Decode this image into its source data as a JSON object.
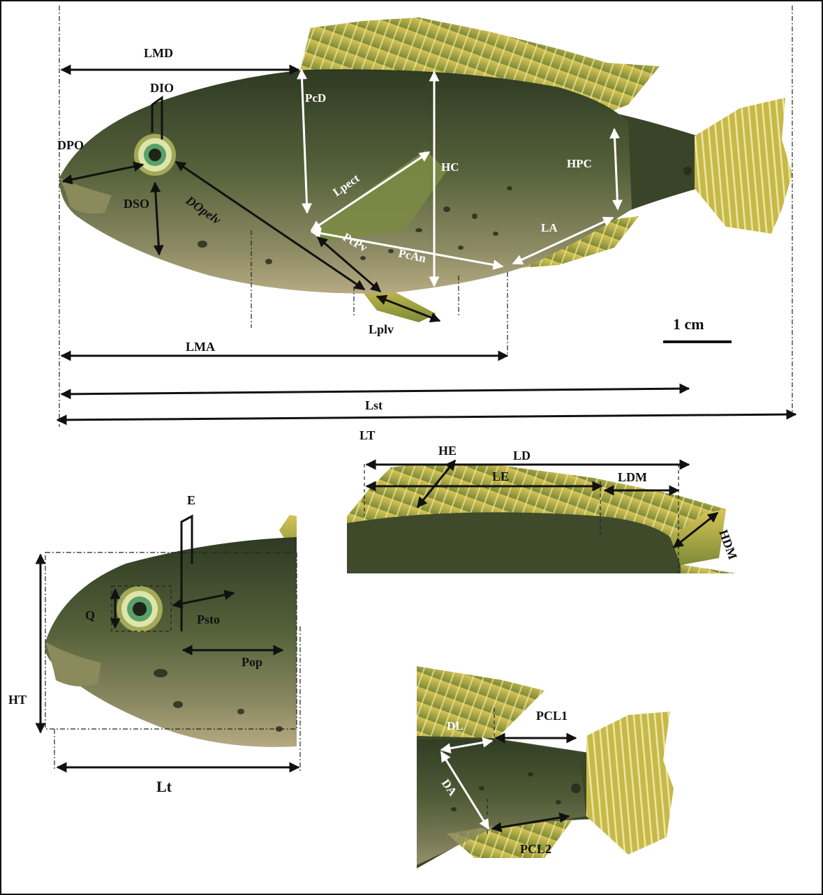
{
  "scale_bar": {
    "label": "1 cm"
  },
  "main_fish": {
    "black_labels": {
      "lmd": "LMD",
      "dio": "DIO",
      "dpo": "DPO",
      "dso": "DSO",
      "dopelv": "DOpelv",
      "lplv": "Lplv",
      "lma": "LMA",
      "lst": "Lst",
      "lt": "LT"
    },
    "white_labels": {
      "pcd": "PcD",
      "hc": "HC",
      "hpc": "HPC",
      "lpect": "Lpect",
      "la": "LA",
      "pcpv": "PcPv",
      "pcan": "PcAn"
    }
  },
  "dorsal_fin_panel": {
    "labels": {
      "he": "HE",
      "ld": "LD",
      "le": "LE",
      "ldm": "LDM",
      "hdm": "HDM"
    }
  },
  "head_panel": {
    "labels": {
      "e": "E",
      "q": "Q",
      "psto": "Psto",
      "pop": "Pop",
      "ht": "HT",
      "lt_small": "Lt"
    }
  },
  "tail_panel": {
    "labels": {
      "dl": "DL",
      "pcl1": "PCL1",
      "da": "DA",
      "pcl2": "PCL2"
    }
  },
  "colors": {
    "body_dark": "#3f4a2c",
    "body_mid": "#6b7448",
    "belly": "#b8ad85",
    "fin_yellow": "#c9b94a",
    "fin_green": "#8a8f3a",
    "spot": "#2a2d1a"
  }
}
